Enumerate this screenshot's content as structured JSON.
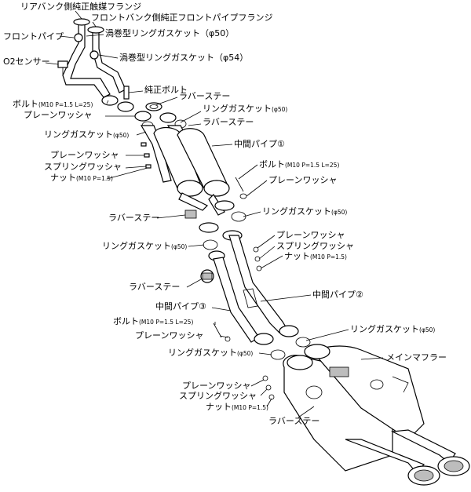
{
  "labels": {
    "rear_bank_catalyst_flange": "リアバンク側純正触媒フランジ",
    "front_bank_front_pipe_flange": "フロントバンク側純正フロントパイプフランジ",
    "front_pipe": "フロントパイプ",
    "spiral_ring_gasket_50": "渦巻型リングガスケット（φ50）",
    "o2_sensor": "O2センサー",
    "spiral_ring_gasket_54": "渦巻型リングガスケット（φ54）",
    "genuine_bolt": "純正ボルト",
    "rubber_stay_1": "ラバーステー",
    "bolt_1": "ボルト",
    "bolt_1_spec": "(M10 P=1.5 L=25)",
    "ring_gasket_1": "リングガスケット",
    "ring_gasket_1_spec": "(φ50)",
    "plain_washer_1": "プレーンワッシャ",
    "rubber_stay_2": "ラバーステー",
    "ring_gasket_2": "リングガスケット",
    "ring_gasket_2_spec": "(φ50)",
    "mid_pipe_1": "中間パイプ①",
    "plain_washer_2": "プレーンワッシャ",
    "spring_washer_1": "スプリングワッシャ",
    "nut_1": "ナット",
    "nut_1_spec": "(M10 P=1.5)",
    "bolt_2": "ボルト",
    "bolt_2_spec": "(M10 P=1.5 L=25)",
    "plain_washer_3": "プレーンワッシャ",
    "rubber_stay_3": "ラバーステー",
    "ring_gasket_3": "リングガスケット",
    "ring_gasket_3_spec": "(φ50)",
    "ring_gasket_4": "リングガスケット",
    "ring_gasket_4_spec": "(φ50)",
    "plain_washer_4": "プレーンワッシャ",
    "spring_washer_2": "スプリングワッシャ",
    "nut_2": "ナット",
    "nut_2_spec": "(M10 P=1.5)",
    "rubber_stay_4": "ラバーステー",
    "mid_pipe_2": "中間パイプ②",
    "mid_pipe_3": "中間パイプ③",
    "bolt_3": "ボルト",
    "bolt_3_spec": "(M10 P=1.5 L=25)",
    "plain_washer_5": "プレーンワッシャ",
    "ring_gasket_5": "リングガスケット",
    "ring_gasket_5_spec": "(φ50)",
    "ring_gasket_6": "リングガスケット",
    "ring_gasket_6_spec": "(φ50)",
    "main_muffler": "メインマフラー",
    "plain_washer_6": "プレーンワッシャ",
    "spring_washer_3": "スプリングワッシャ",
    "nut_3": "ナット",
    "nut_3_spec": "(M10 P=1.5)",
    "rubber_stay_5": "ラバーステー"
  }
}
